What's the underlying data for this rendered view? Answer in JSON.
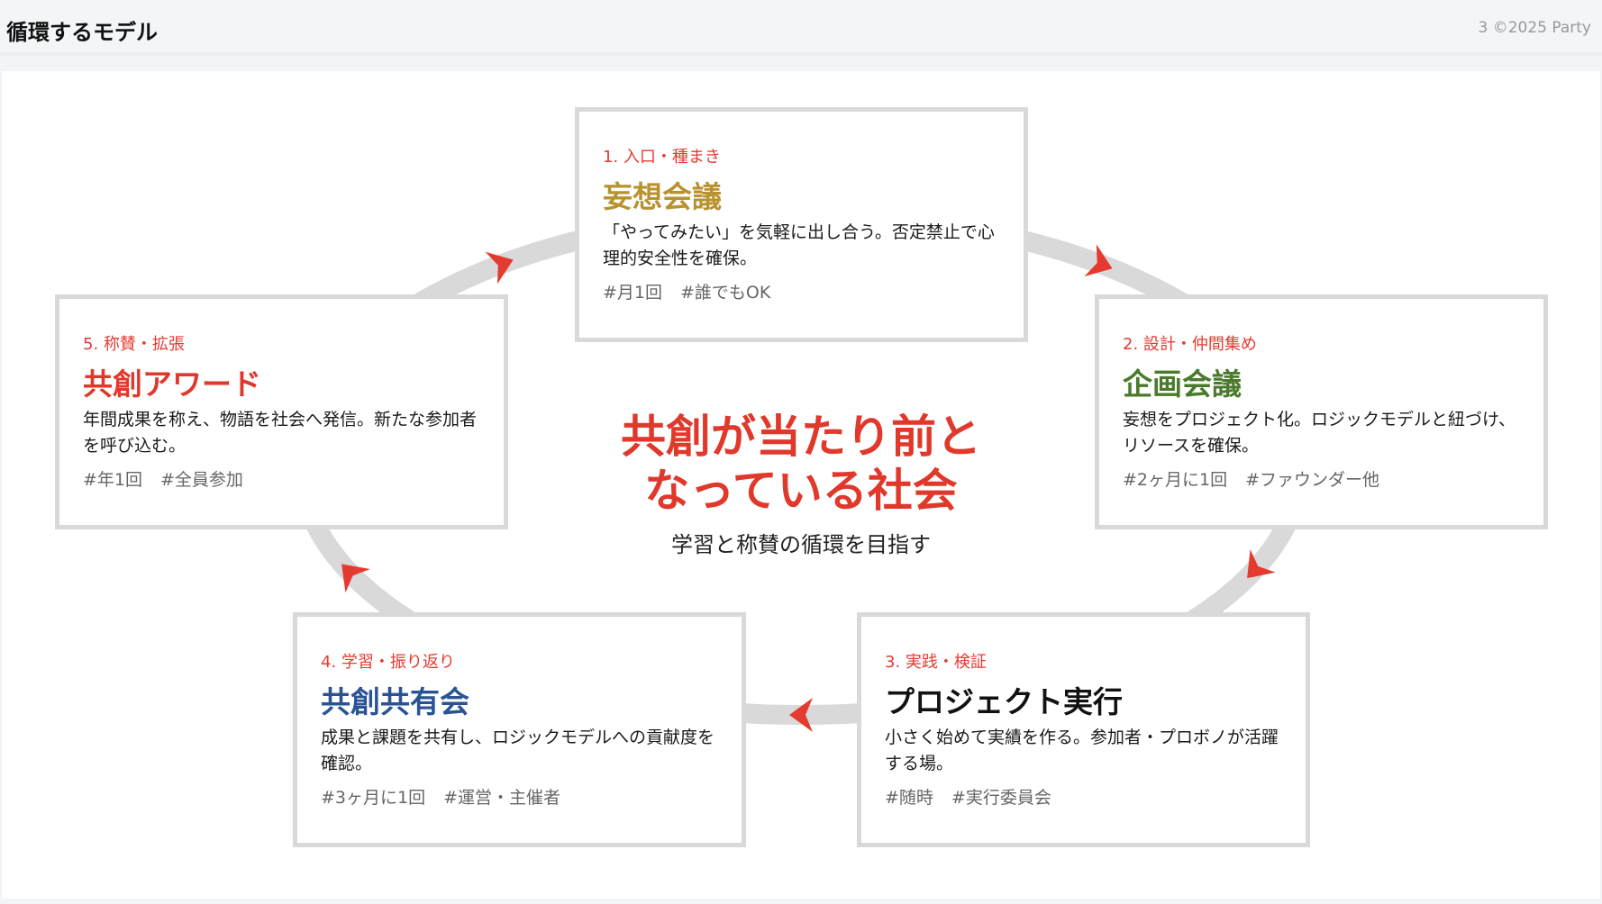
{
  "header": {
    "title": "循環するモデル",
    "page_info": "3 ©2025 Party"
  },
  "center": {
    "line1": "共創が当たり前と",
    "line2": "なっている社会",
    "subtitle": "学習と称賛の循環を目指す"
  },
  "colors": {
    "accent": "#e53a2f",
    "ring": "#d9d9d9"
  },
  "cards": [
    {
      "label": "1. 入口・種まき",
      "title": "妄想会議",
      "title_color": "#b8922e",
      "body": "「やってみたい」を気軽に出し合う。否定禁止で心理的安全性を確保。",
      "tags": [
        "#月1回",
        "#誰でもOK"
      ]
    },
    {
      "label": "2. 設計・仲間集め",
      "title": "企画会議",
      "title_color": "#4a7a2c",
      "body": "妄想をプロジェクト化。ロジックモデルと紐づけ、リソースを確保。",
      "tags": [
        "#2ヶ月に1回",
        "#ファウンダー他"
      ]
    },
    {
      "label": "3. 実践・検証",
      "title": "プロジェクト実行",
      "title_color": "#111111",
      "body": "小さく始めて実績を作る。参加者・プロボノが活躍する場。",
      "tags": [
        "#随時",
        "#実行委員会"
      ]
    },
    {
      "label": "4. 学習・振り返り",
      "title": "共創共有会",
      "title_color": "#2a5394",
      "body": "成果と課題を共有し、ロジックモデルへの貢献度を確認。",
      "tags": [
        "#3ヶ月に1回",
        "#運営・主催者"
      ]
    },
    {
      "label": "5. 称賛・拡張",
      "title": "共創アワード",
      "title_color": "#e0382b",
      "body": "年間成果を称え、物語を社会へ発信。新たな参加者を呼び込む。",
      "tags": [
        "#年1回",
        "#全員参加"
      ]
    }
  ]
}
